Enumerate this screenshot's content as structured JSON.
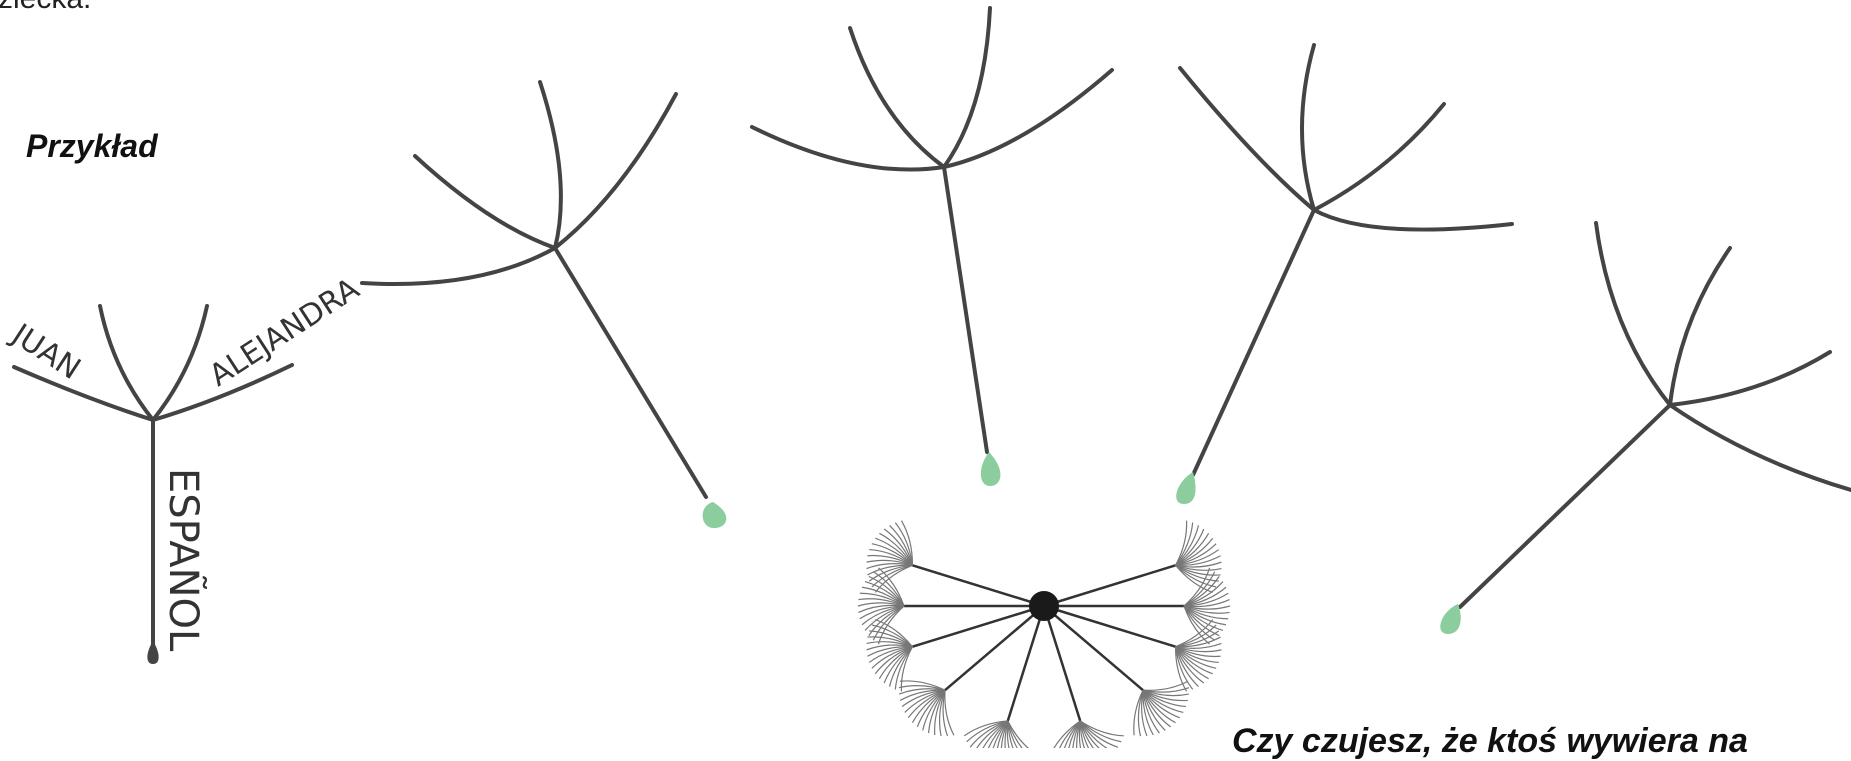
{
  "page": {
    "top_text": "ziecka.",
    "example_label": "Przykład",
    "bottom_question": "Czy czujesz, że ktoś wywiera na"
  },
  "example_seed": {
    "left_label": "JUAN",
    "right_label": "ALEJANDRA",
    "stem_label": "ESPAÑOL"
  },
  "colors": {
    "stroke": "#444444",
    "seed_tip": "#8ccd9e",
    "example_tip": "#444444",
    "center": "#1a1a1a"
  }
}
